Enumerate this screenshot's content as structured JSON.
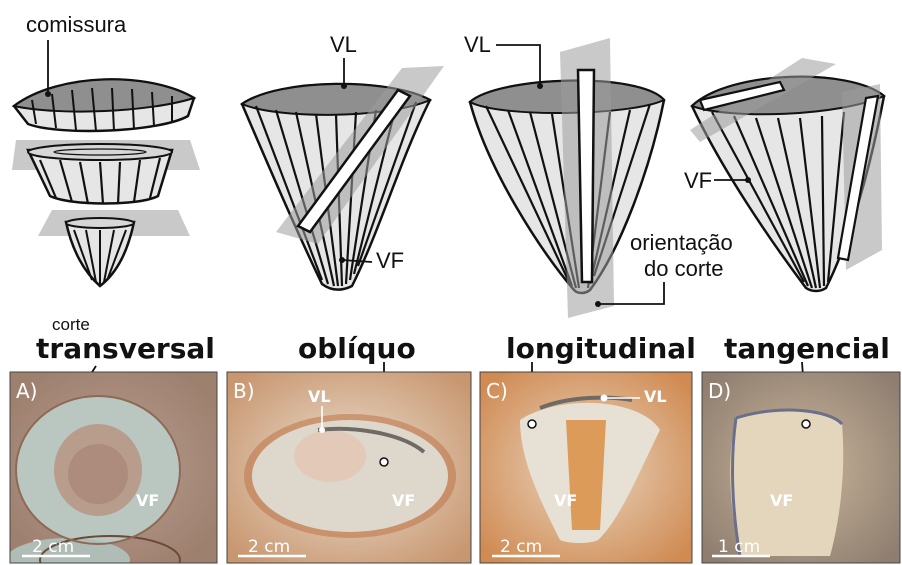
{
  "labels": {
    "comissura": "comissura",
    "vl": "VL",
    "vf": "VF",
    "orientation_line1": "orientação",
    "orientation_line2": "do corte"
  },
  "section_types": {
    "prefix": "corte",
    "transversal": "transversal",
    "obliquo": "oblíquo",
    "longitudinal": "longitudinal",
    "tangencial": "tangencial"
  },
  "panels": [
    {
      "letter": "A)",
      "tag_vf": "VF",
      "scale": "2 cm"
    },
    {
      "letter": "B)",
      "tag_vl": "VL",
      "tag_vf": "VF",
      "scale": "2 cm"
    },
    {
      "letter": "C)",
      "tag_vl": "VL",
      "tag_vf": "VF",
      "scale": "2 cm"
    },
    {
      "letter": "D)",
      "tag_vf": "VF",
      "scale": "1 cm"
    }
  ],
  "colors": {
    "cone_fill": "#e6e6e6",
    "calice_fill": "#8f8f8f",
    "plane_fill": "#9c9c9c",
    "outline": "#111111"
  }
}
